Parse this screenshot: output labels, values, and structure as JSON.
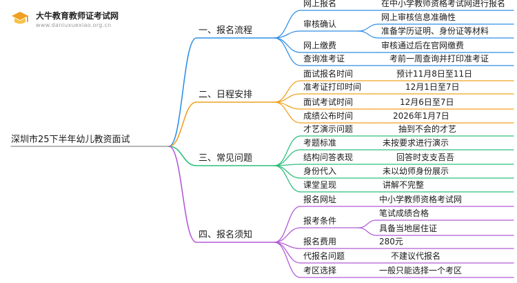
{
  "brand": {
    "name": "大牛教育教师证考试网",
    "domain": "www.daniuxuexiao.org.cn"
  },
  "colors": {
    "blue": "#2f8fe6",
    "orange": "#f0a020",
    "green": "#2dbf7a",
    "purple": "#b25ad8",
    "root_line": "#8a8a8a"
  },
  "root": "深圳市25下半年幼儿教资面试",
  "branches": [
    {
      "label": "一、报名流程",
      "color": "blue",
      "items": [
        {
          "label": "网上报名",
          "details": [
            "在中小学教师资格考试网进行报名"
          ]
        },
        {
          "label": "审核确认",
          "details": [
            "网上审核信息准确性",
            "准备学历证明、身份证等材料"
          ]
        },
        {
          "label": "网上缴费",
          "details": [
            "审核通过后在官网缴费"
          ]
        },
        {
          "label": "查询准考证",
          "details": [
            "考前一周查询并打印准考证"
          ]
        }
      ]
    },
    {
      "label": "二、日程安排",
      "color": "orange",
      "items": [
        {
          "label": "面试报名时间",
          "details": [
            "预计11月8日至11日"
          ]
        },
        {
          "label": "准考证打印时间",
          "details": [
            "12月1日至7日"
          ]
        },
        {
          "label": "面试考试时间",
          "details": [
            "12月6日至7日"
          ]
        },
        {
          "label": "成绩公布时间",
          "details": [
            "2026年1月7日"
          ]
        }
      ]
    },
    {
      "label": "三、常见问题",
      "color": "green",
      "items": [
        {
          "label": "才艺演示问题",
          "details": [
            "抽到不会的才艺"
          ]
        },
        {
          "label": "考题标准",
          "details": [
            "未按要求进行演示"
          ]
        },
        {
          "label": "结构问答表现",
          "details": [
            "回答时支支吾吾"
          ]
        },
        {
          "label": "身份代入",
          "details": [
            "未以幼师身份展示"
          ]
        },
        {
          "label": "课堂呈现",
          "details": [
            "讲解不完整"
          ]
        }
      ]
    },
    {
      "label": "四、报名须知",
      "color": "purple",
      "items": [
        {
          "label": "报名网址",
          "details": [
            "中小学教师资格考试网"
          ]
        },
        {
          "label": "报考条件",
          "details": [
            "笔试成绩合格",
            "具备当地居住证"
          ]
        },
        {
          "label": "报名费用",
          "details": [
            "280元"
          ]
        },
        {
          "label": "代报名问题",
          "details": [
            "不建议代报名"
          ]
        },
        {
          "label": "考区选择",
          "details": [
            "一般只能选择一个考区"
          ]
        }
      ]
    }
  ]
}
